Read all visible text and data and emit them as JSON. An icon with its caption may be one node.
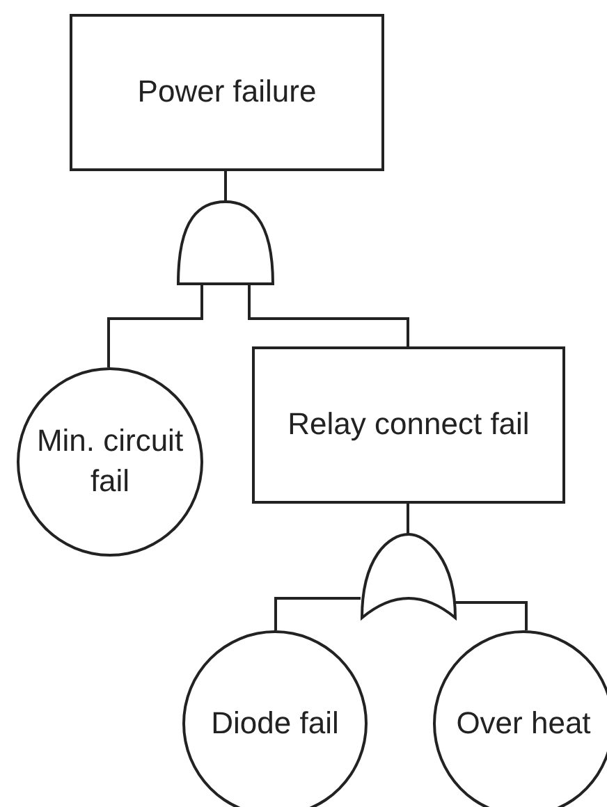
{
  "diagram": {
    "nodes": [
      {
        "text": [
          "Power failure"
        ]
      },
      {
        "text": [],
        "shape": "gate"
      },
      {
        "text": [
          "Min. circuit fail"
        ]
      },
      {
        "text": [
          "Relay connect fail"
        ]
      },
      {
        "text": [],
        "shape": "gate"
      },
      {
        "text": [
          "Diode fail"
        ]
      },
      {
        "text": [
          "Over heat"
        ]
      }
    ],
    "edges": [
      {
        "from": 0,
        "to": 1,
        "arrow": "none"
      },
      {
        "from": 1,
        "to": 2,
        "arrow": "none"
      },
      {
        "from": 1,
        "to": 3,
        "arrow": "none"
      },
      {
        "from": 3,
        "to": 4,
        "arrow": "none"
      },
      {
        "from": 4,
        "to": 5,
        "arrow": "none"
      },
      {
        "from": 4,
        "to": 6,
        "arrow": "none"
      }
    ]
  }
}
